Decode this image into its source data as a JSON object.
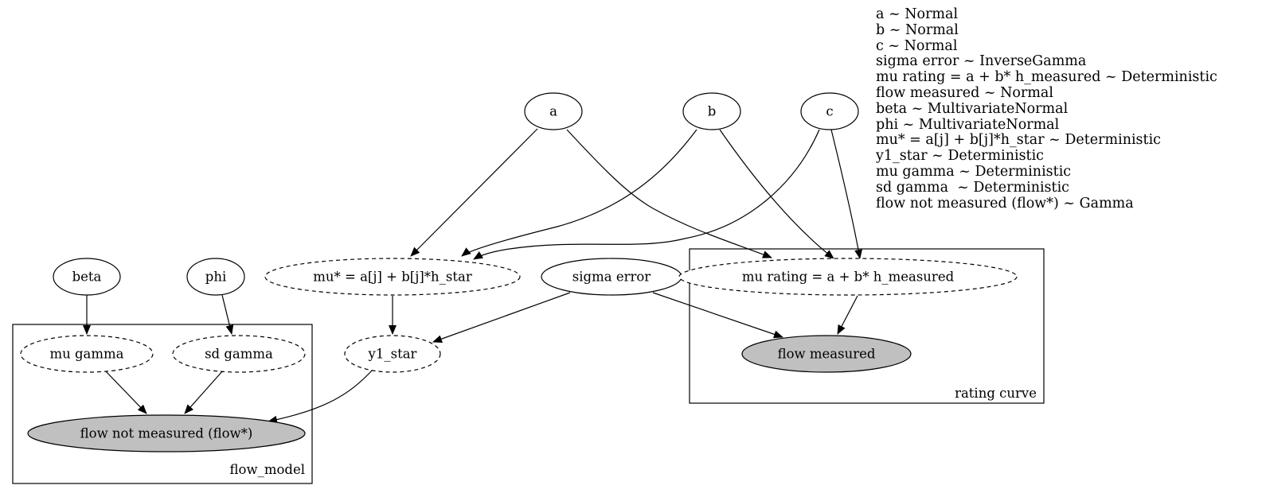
{
  "nodes": {
    "a": "a",
    "b": "b",
    "c": "c",
    "beta": "beta",
    "phi": "phi",
    "mu_star": "mu* = a[j] + b[j]*h_star",
    "sigma_error": "sigma error",
    "mu_rating": "mu rating = a + b* h_measured",
    "mu_gamma": "mu gamma",
    "sd_gamma": "sd gamma",
    "y1_star": "y1_star",
    "flow_measured": "flow measured",
    "flow_not_measured": "flow not measured (flow*)"
  },
  "clusters": {
    "flow_model": "flow_model",
    "rating_curve": "rating curve"
  },
  "legend": [
    "a ~ Normal",
    "b ~ Normal",
    "c ~ Normal",
    "sigma error ~ InverseGamma",
    "mu rating = a + b* h_measured ~ Deterministic",
    "flow measured ~ Normal",
    "beta ~ MultivariateNormal",
    "phi ~ MultivariateNormal",
    "mu* = a[j] + b[j]*h_star ~ Deterministic",
    "y1_star ~ Deterministic",
    "mu gamma ~ Deterministic",
    "sd gamma  ~ Deterministic",
    "flow not measured (flow*) ~ Gamma"
  ],
  "colors": {
    "observed_fill": "#c0c0c0",
    "line": "#000000",
    "background": "#ffffff"
  }
}
